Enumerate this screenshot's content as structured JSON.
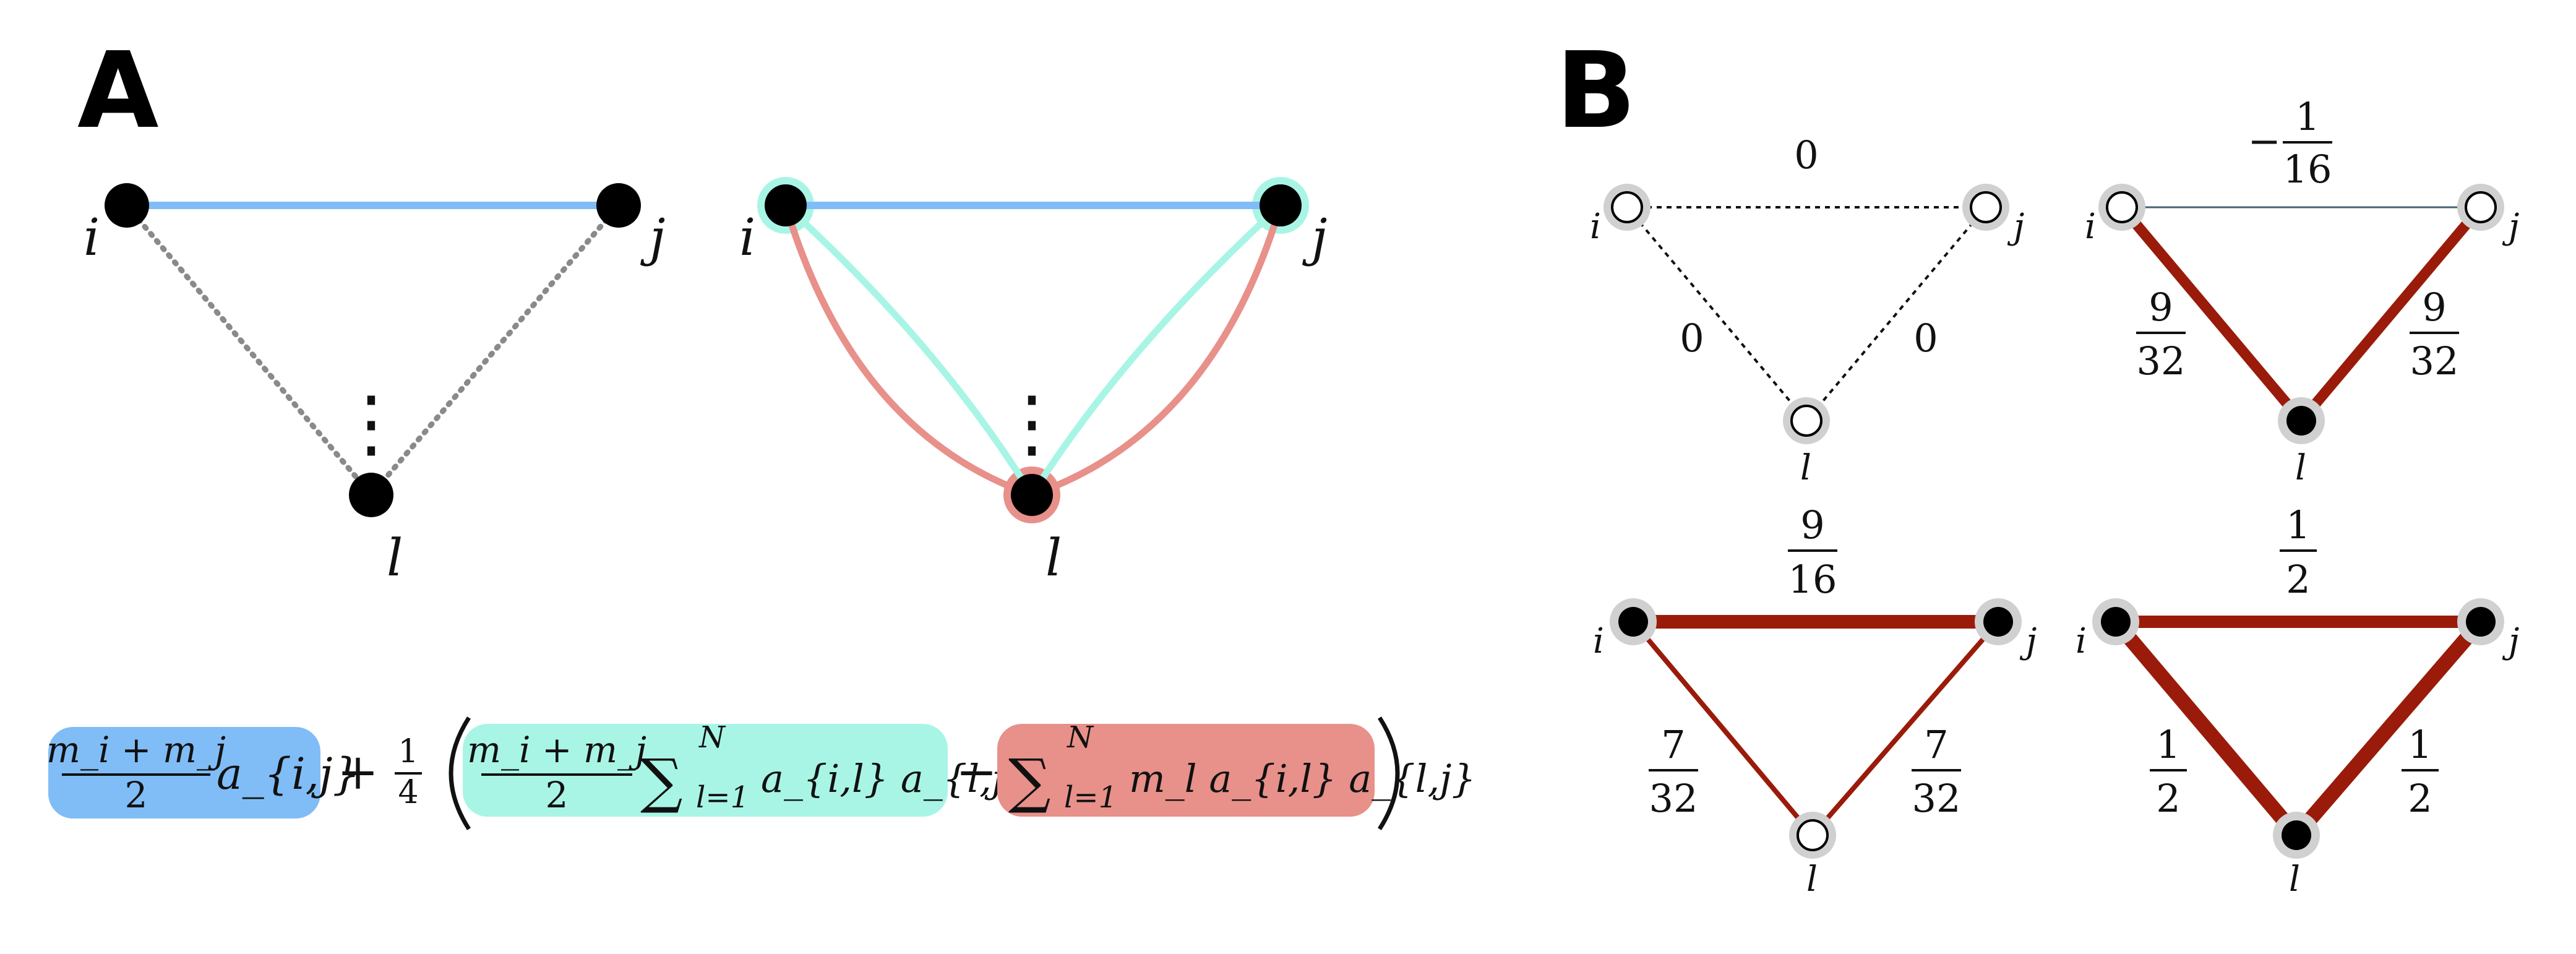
{
  "panels": {
    "A": {
      "label": "A"
    },
    "B": {
      "label": "B"
    }
  },
  "nodes": {
    "i": "i",
    "j": "j",
    "l": "l"
  },
  "dots": "⋮",
  "colors": {
    "blue": "#80bdf7",
    "teal": "#a8f5e6",
    "red": "#e8908a",
    "dark_red": "#9a1b0a",
    "gray_dotted": "#8a8a8a",
    "halo_gray": "#d0d0d0"
  },
  "equation": {
    "t1": {
      "num": "m_i + m_j",
      "den": "2",
      "tail": "a_{i,j}"
    },
    "plus": "+",
    "quarter": {
      "num": "1",
      "den": "4"
    },
    "t2": {
      "num": "m_i + m_j",
      "den": "2",
      "sum": "∑",
      "sup": "N",
      "sub": "l=1",
      "tail": "a_{i,l} a_{l,j}"
    },
    "minus": "−",
    "t3": {
      "sum": "∑",
      "sup": "N",
      "sub": "l=1",
      "tail": "m_l a_{i,l} a_{l,j}"
    }
  },
  "panel_b": {
    "tl": {
      "top": "0",
      "left": "0",
      "right": "0"
    },
    "tr": {
      "top": {
        "sign": "−",
        "num": "1",
        "den": "16"
      },
      "left": {
        "num": "9",
        "den": "32"
      },
      "right": {
        "num": "9",
        "den": "32"
      }
    },
    "bl": {
      "top": {
        "num": "9",
        "den": "16"
      },
      "left": {
        "num": "7",
        "den": "32"
      },
      "right": {
        "num": "7",
        "den": "32"
      }
    },
    "br": {
      "top": {
        "num": "1",
        "den": "2"
      },
      "left": {
        "num": "1",
        "den": "2"
      },
      "right": {
        "num": "1",
        "den": "2"
      }
    }
  }
}
